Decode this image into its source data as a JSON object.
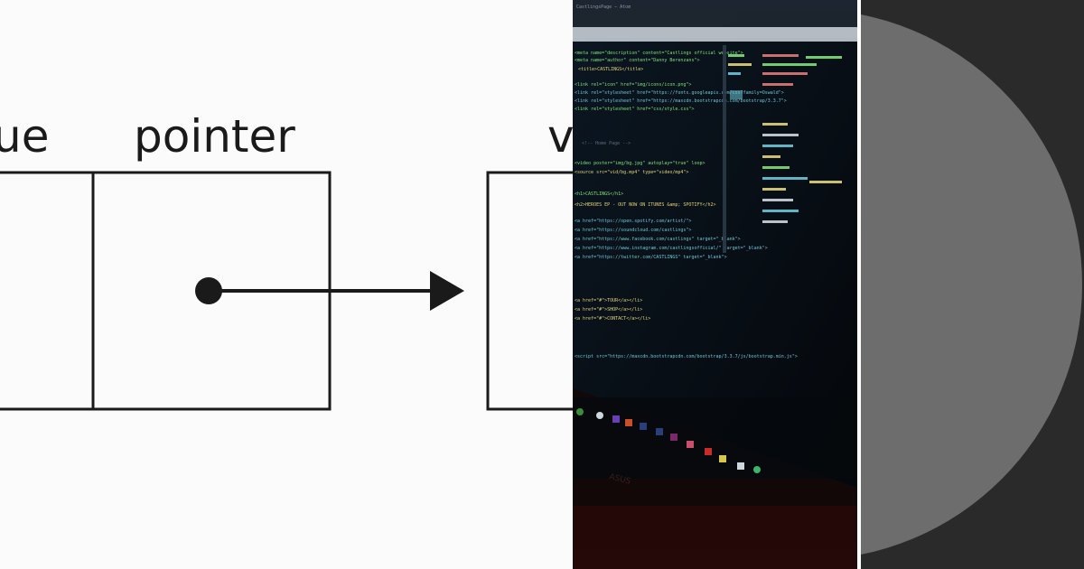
{
  "diagram": {
    "labels": {
      "value_partial": "ue",
      "pointer": "pointer",
      "next_value_partial": "v"
    }
  },
  "photo": {
    "title_bar": "CastlingsPage — Atom",
    "code_lines": [
      "<meta name=\"description\" content=\"Castlings official website\">",
      "<meta name=\"author\" content=\"Danny Berenzans\">",
      "<title>CASTLINGS</title>",
      "<link rel=\"icon\" href=\"img/icons/icon.png\">",
      "<link rel=\"stylesheet\" href=\"https://fonts.googleapis.com/css?family=Oswald\">",
      "<link rel=\"stylesheet\" href=\"https://maxcdn.bootstrapcdn.com/bootstrap/3.3.7\">",
      "<link rel=\"stylesheet\" href=\"css/style.css\">",
      "<!-- Home Page -->",
      "<video poster=\"img/bg.jpg\" autoplay=\"true\" loop>",
      "<source src=\"vid/bg.mp4\" type=\"video/mp4\">",
      "<h1>CASTLINGS</h1>",
      "<h2>HEROES EP - OUT NOW ON ITUNES &amp; SPOTIFY</h2>",
      "<a href=\"https://open.spotify.com/artist/\">",
      "<a href=\"https://soundcloud.com/castlings\">",
      "<a href=\"https://www.facebook.com/castlings\" target=\"_blank\">",
      "<a href=\"https://www.instagram.com/castlingsofficial/\" target=\"_blank\">",
      "<a href=\"https://twitter.com/CASTLINGS\" target=\"_blank\">",
      "<a href=\"#\">TOUR</a></li>",
      "<a href=\"#\">SHOP</a></li>",
      "<a href=\"#\">CONTACT</a></li>",
      "<script src=\"https://maxcdn.bootstrapcdn.com/bootstrap/3.3.7/js/bootstrap.min.js\">"
    ],
    "laptop_brand": "ASUS"
  },
  "colors": {
    "diagram_bg": "#fbfbfb",
    "diagram_ink": "#1a1a1a",
    "code_green": "#7ee07a",
    "code_yellow": "#e0d47a",
    "code_cyan": "#6cc7d8",
    "circle_fill": "#6d6d6d",
    "circle_bg": "#2a2a2a"
  }
}
